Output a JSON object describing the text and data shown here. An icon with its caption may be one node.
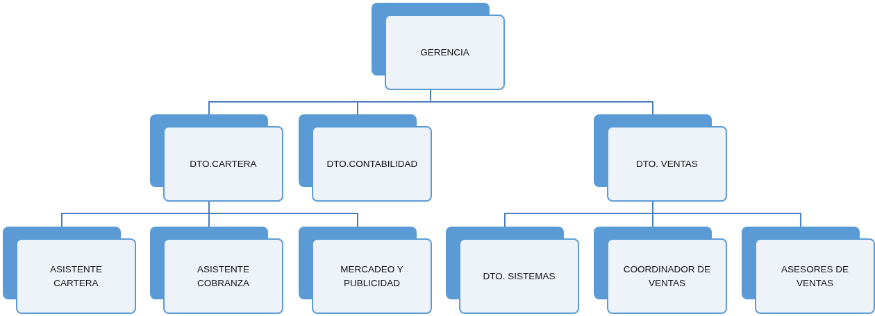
{
  "diagram": {
    "nodes": [
      {
        "text": [
          "GERENCIA"
        ]
      },
      {
        "text": [
          "DTO.CARTERA"
        ]
      },
      {
        "text": [
          "DTO.CONTABILIDAD"
        ]
      },
      {
        "text": [
          "DTO. VENTAS"
        ]
      },
      {
        "text": [
          "ASISTENTE CARTERA"
        ]
      },
      {
        "text": [
          "ASISTENTE COBRANZA"
        ]
      },
      {
        "text": [
          "MERCADEO Y PUBLICIDAD"
        ]
      },
      {
        "text": [
          "DTO. SISTEMAS"
        ]
      },
      {
        "text": [
          "COORDINADOR DE VENTAS"
        ]
      },
      {
        "text": [
          "ASESORES DE VENTAS"
        ]
      }
    ],
    "edges": [
      {
        "from": 0,
        "to": 1,
        "arrow": "none"
      },
      {
        "from": 0,
        "to": 2,
        "arrow": "none"
      },
      {
        "from": 0,
        "to": 3,
        "arrow": "none"
      },
      {
        "from": 1,
        "to": 4,
        "arrow": "none"
      },
      {
        "from": 1,
        "to": 5,
        "arrow": "none"
      },
      {
        "from": 1,
        "to": 6,
        "arrow": "none"
      },
      {
        "from": 3,
        "to": 7,
        "arrow": "none"
      },
      {
        "from": 3,
        "to": 8,
        "arrow": "none"
      },
      {
        "from": 3,
        "to": 9,
        "arrow": "none"
      }
    ]
  }
}
